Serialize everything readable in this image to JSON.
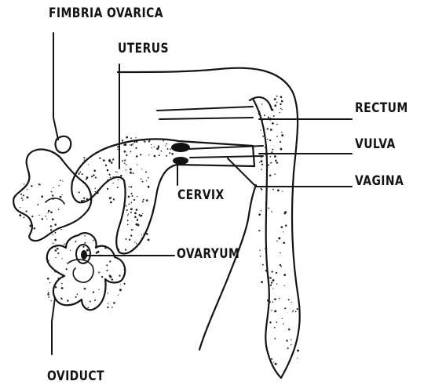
{
  "labels": {
    "fimbria_ovarica": "FIMBRIA OVARICA",
    "uterus": "UTERUS",
    "rectum": "RECTUM",
    "vulva": "VULVA",
    "vagina": "VAGINA",
    "cervix": "CERVIX",
    "ovaryum": "OVARYUM",
    "oviduct": "OVIDUCT"
  },
  "colors": {
    "ink": "#141414",
    "background": "#ffffff"
  }
}
